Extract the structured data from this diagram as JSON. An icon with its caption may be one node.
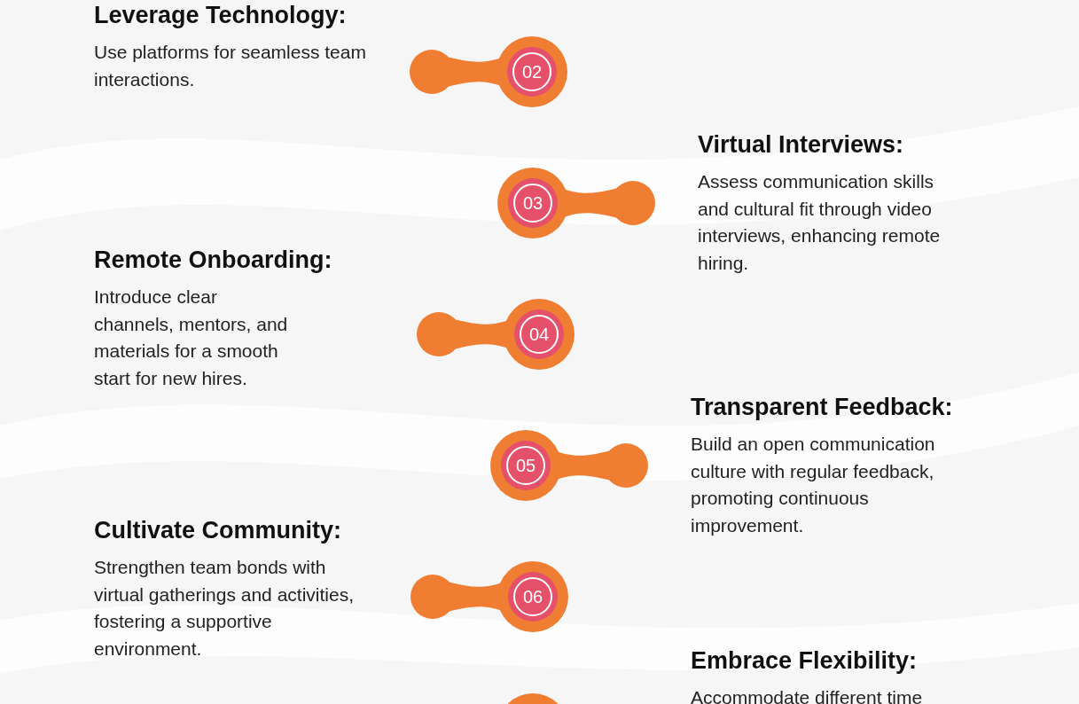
{
  "diagram": {
    "nodes": [
      {
        "text": [
          "02"
        ],
        "beside": [
          "Leverage Technology:",
          "Use platforms for seamless team interactions."
        ]
      },
      {
        "text": [
          "03"
        ],
        "beside": [
          "Virtual Interviews:",
          "Assess communication skills and cultural fit through video interviews, enhancing remote hiring."
        ]
      },
      {
        "text": [
          "04"
        ],
        "beside": [
          "Remote Onboarding:",
          "Introduce clear channels, mentors, and materials for a smooth start for new hires."
        ]
      },
      {
        "text": [
          "05"
        ],
        "beside": [
          "Transparent Feedback:",
          "Build an open communication culture with regular feedback, promoting continuous improvement."
        ]
      },
      {
        "text": [
          "06"
        ],
        "beside": [
          "Cultivate Community:",
          "Strengthen team bonds with virtual gatherings and activities, fostering a supportive environment."
        ]
      },
      {
        "text": [],
        "shape": "circle",
        "beside": [
          "Embrace Flexibility:",
          "Accommodate different time"
        ]
      }
    ],
    "edges": []
  }
}
